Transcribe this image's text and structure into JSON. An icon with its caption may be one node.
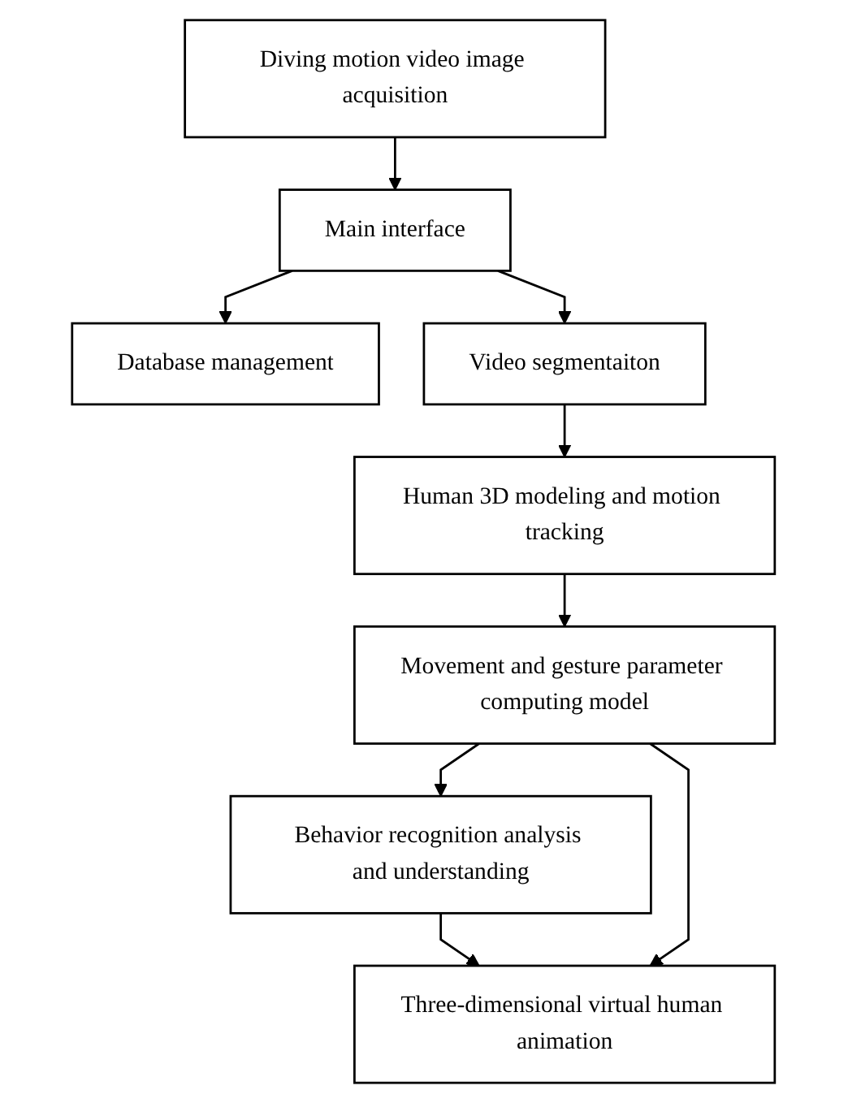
{
  "diagram": {
    "nodes": [
      {
        "text": [
          "Database management"
        ]
      },
      {
        "text": [
          "Diving motion video image acquisition"
        ]
      },
      {
        "text": [
          "Main interface"
        ]
      },
      {
        "text": [
          "Video segmentaiton"
        ]
      },
      {
        "text": [
          "Human 3D modeling and motion tracking"
        ]
      },
      {
        "text": [
          "Movement and gesture parameter computing model"
        ]
      },
      {
        "text": [
          "Behavior recognition analysis and understanding"
        ]
      },
      {
        "text": [
          "Three-dimensional virtual human animation"
        ]
      }
    ],
    "edges": [
      {
        "from": 1,
        "to": 2,
        "arrow": "to"
      },
      {
        "from": 2,
        "to": 0,
        "arrow": "to"
      },
      {
        "from": 2,
        "to": 3,
        "arrow": "to"
      },
      {
        "from": 3,
        "to": 4,
        "arrow": "to"
      },
      {
        "from": 4,
        "to": 5,
        "arrow": "to"
      },
      {
        "from": 5,
        "to": 6,
        "arrow": "to"
      },
      {
        "from": 6,
        "to": 7,
        "arrow": "to"
      },
      {
        "from": 5,
        "to": 7,
        "arrow": "to"
      }
    ]
  }
}
